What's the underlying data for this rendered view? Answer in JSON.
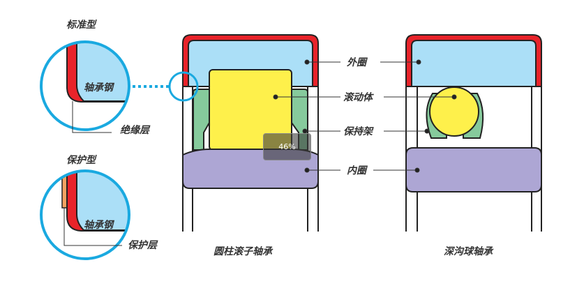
{
  "left": {
    "standard_title": "标准型",
    "protective_title": "保护型",
    "bearing_steel": "轴承钢",
    "insulation_layer": "绝缘层",
    "protective_layer": "保护层"
  },
  "labels": {
    "outer_ring": "外圈",
    "rolling_element": "滚动体",
    "cage": "保持架",
    "inner_ring": "内圈"
  },
  "captions": {
    "cylindrical": "圆柱滚子轴承",
    "deep_groove": "深沟球轴承"
  },
  "tooltip": "46%",
  "colors": {
    "blue": "#abdff7",
    "red": "#e8232a",
    "green": "#86ca9c",
    "yellow": "#fef04b",
    "purple": "#ada6d4",
    "cyan": "#1aa9e0",
    "orange": "#f4a261"
  }
}
